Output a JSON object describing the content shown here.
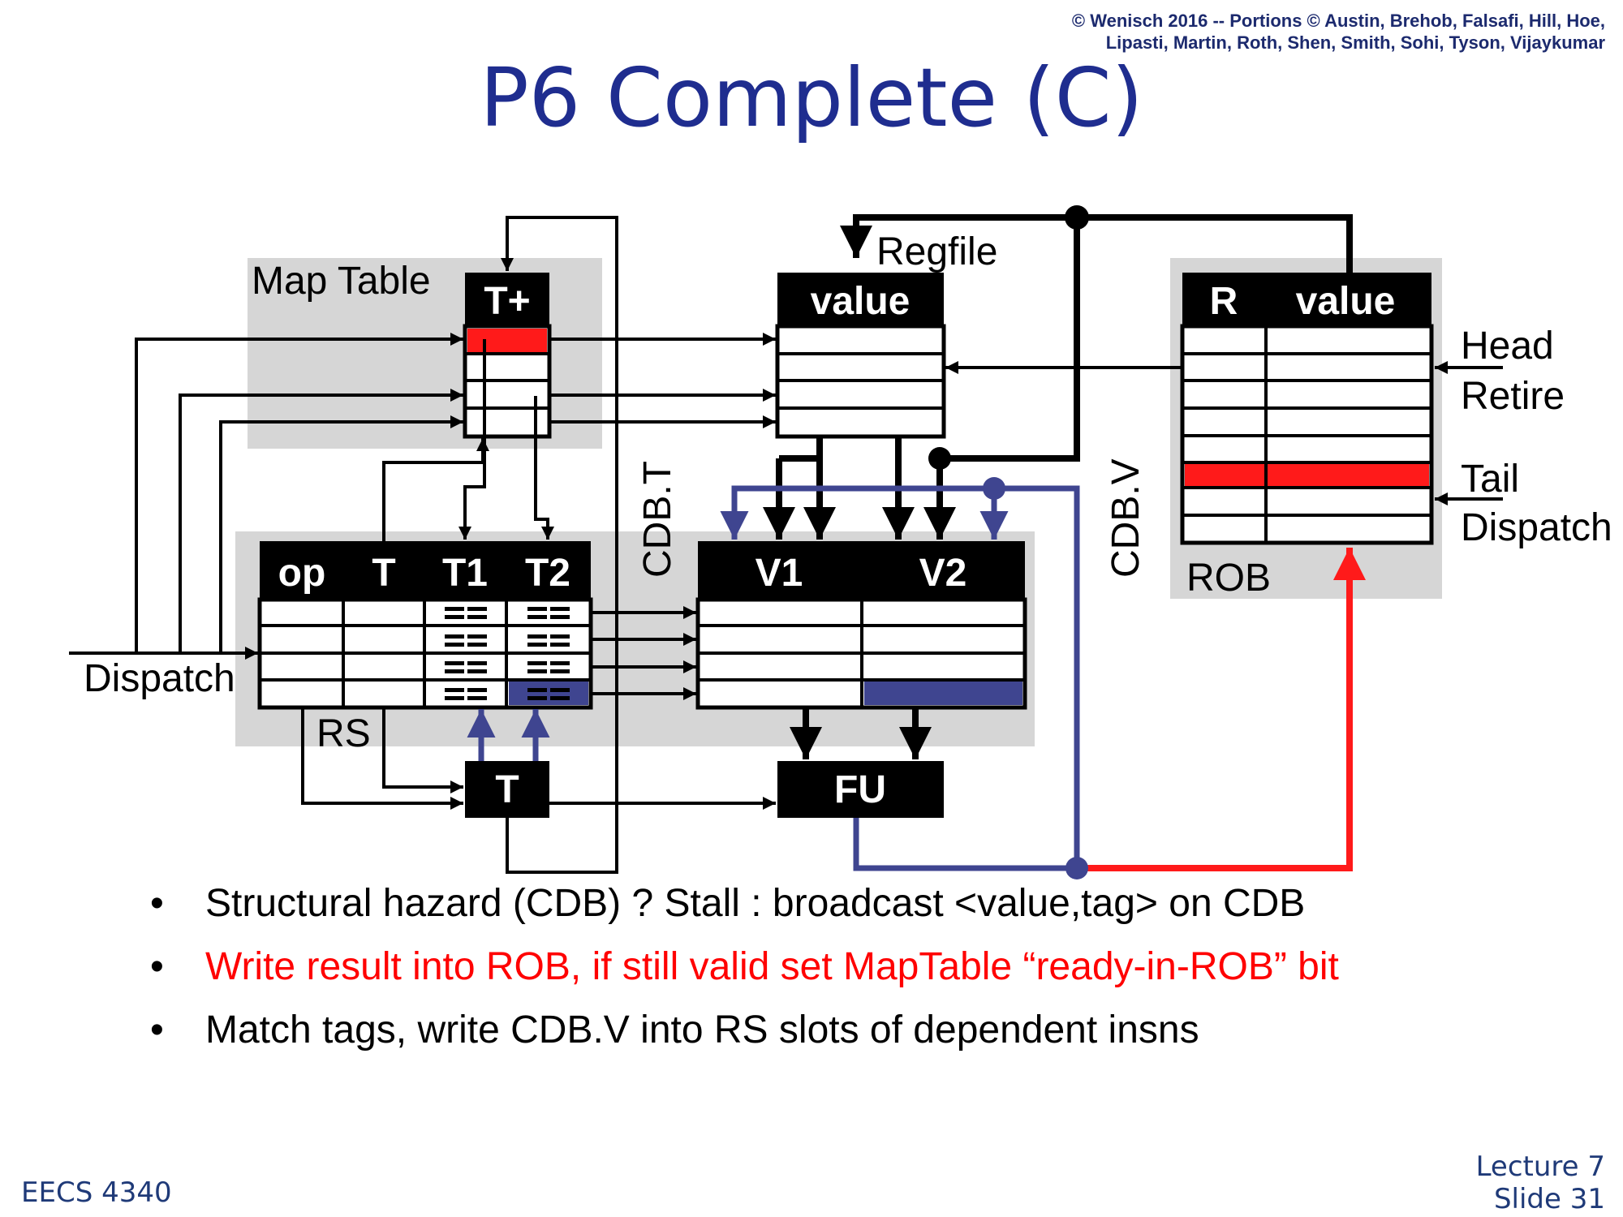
{
  "slide": {
    "copyright_line1": "© Wenisch 2016 -- Portions © Austin, Brehob, Falsafi, Hill, Hoe,",
    "copyright_line2": "Lipasti, Martin, Roth, Shen, Smith, Sohi, Tyson, Vijaykumar",
    "title": "P6 Complete (C)",
    "course": "EECS 4340",
    "lecture": "Lecture 7",
    "slide_number": "Slide 31"
  },
  "diagram": {
    "map_table_label": "Map Table",
    "map_table_header": "T+",
    "regfile_label": "Regfile",
    "regfile_header": "value",
    "rob_header_r": "R",
    "rob_header_value": "value",
    "rob_label": "ROB",
    "head_label": "Head",
    "retire_label": "Retire",
    "tail_label": "Tail",
    "rob_dispatch_label": "Dispatch",
    "rs_label": "RS",
    "rs_headers": [
      "op",
      "T",
      "T1",
      "T2"
    ],
    "v_headers": [
      "V1",
      "V2"
    ],
    "dispatch_label": "Dispatch",
    "cdb_t_label": "CDB.T",
    "cdb_v_label": "CDB.V",
    "t_box_label": "T",
    "fu_label": "FU"
  },
  "colors": {
    "title": "#1f2d8f",
    "cdb_blue": "#3f4590",
    "highlight_red": "#ff1a1a",
    "gray_region": "#d6d6d6",
    "red_text": "#ff0000"
  },
  "bullets": [
    {
      "text": "Structural hazard (CDB) ? Stall : broadcast <value,tag> on CDB",
      "color": "#000000"
    },
    {
      "text": "Write result into ROB, if still valid set MapTable “ready-in-ROB” bit",
      "color": "#ff0000"
    },
    {
      "text": "Match tags, write CDB.V into RS slots of dependent insns",
      "color": "#000000"
    }
  ],
  "bullet_symbol": "•"
}
